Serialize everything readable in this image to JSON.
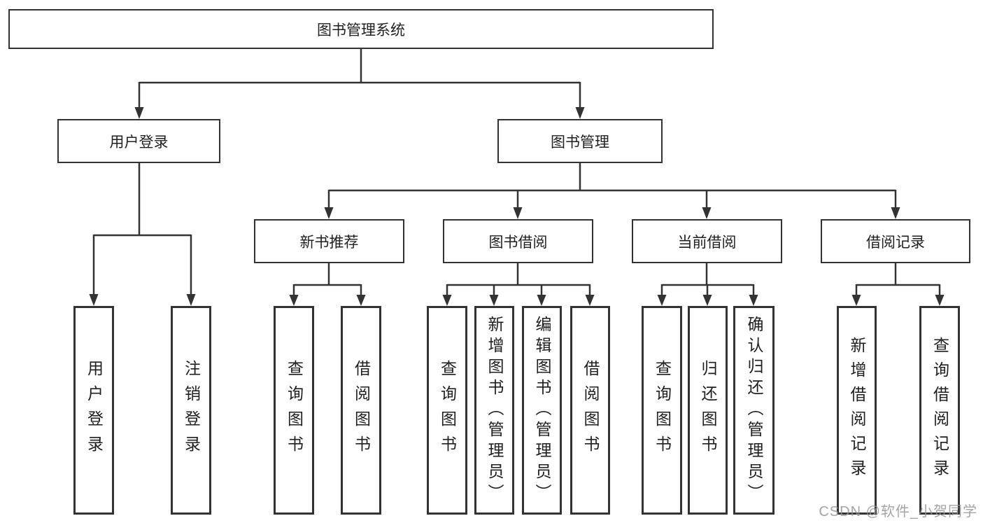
{
  "diagram": {
    "title": "图书管理系统",
    "level2": [
      {
        "label": "用户登录"
      },
      {
        "label": "图书管理"
      }
    ],
    "level3": [
      {
        "label": "新书推荐"
      },
      {
        "label": "图书借阅"
      },
      {
        "label": "当前借阅"
      },
      {
        "label": "借阅记录"
      }
    ],
    "leaves": [
      {
        "label": "用户登录",
        "parent": "用户登录"
      },
      {
        "label": "注销登录",
        "parent": "用户登录"
      },
      {
        "label": "查询图书",
        "parent": "新书推荐"
      },
      {
        "label": "借阅图书",
        "parent": "新书推荐"
      },
      {
        "label": "查询图书",
        "parent": "图书借阅"
      },
      {
        "label": "新增图书（管理员）",
        "parent": "图书借阅"
      },
      {
        "label": "编辑图书（管理员）",
        "parent": "图书借阅"
      },
      {
        "label": "借阅图书",
        "parent": "图书借阅"
      },
      {
        "label": "查询图书",
        "parent": "当前借阅"
      },
      {
        "label": "归还图书",
        "parent": "当前借阅"
      },
      {
        "label": "确认归还（管理员）",
        "parent": "当前借阅"
      },
      {
        "label": "新增借阅记录",
        "parent": "借阅记录"
      },
      {
        "label": "查询借阅记录",
        "parent": "借阅记录"
      }
    ],
    "colors": {
      "line": "#333333",
      "box_border": "#333333",
      "box_fill": "#ffffff",
      "text": "#1f1f1f"
    }
  },
  "watermark": {
    "text": "CSDN @软件_小贺同学",
    "color": "#949494"
  }
}
